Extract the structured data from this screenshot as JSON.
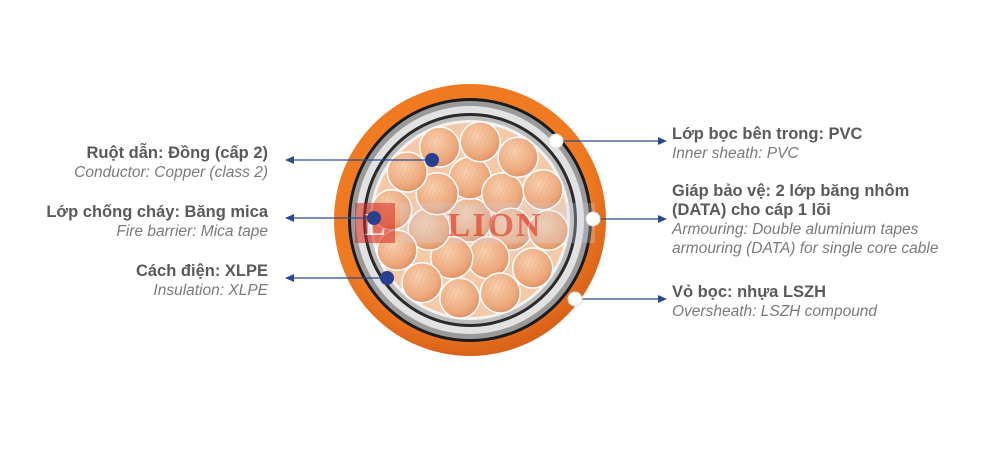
{
  "components": [
    {
      "id": "conductor",
      "vi": "Ruột dẫn: Đồng (cấp 2)",
      "en": "Conductor: Copper (class 2)"
    },
    {
      "id": "fire-barrier",
      "vi": "Lớp chống cháy: Băng mica",
      "en": "Fire barrier: Mica tape"
    },
    {
      "id": "insulation",
      "vi": "Cách điện: XLPE",
      "en": "Insulation: XLPE"
    },
    {
      "id": "inner-sheath",
      "vi": "Lớp bọc bên trong: PVC",
      "en": "Inner sheath: PVC"
    },
    {
      "id": "armouring",
      "vi_lines": [
        "Giáp bảo vệ: 2 lớp băng nhôm",
        "(DATA) cho cáp 1 lõi"
      ],
      "en_lines": [
        "Armouring: Double aluminium tapes",
        "armouring (DATA) for single core cable"
      ]
    },
    {
      "id": "oversheath",
      "vi": "Vỏ bọc: nhựa LSZH",
      "en": "Oversheath: LSZH compound"
    }
  ],
  "watermark": {
    "text": "LION",
    "mark": "L"
  },
  "colors": {
    "oversheath": "#e8731f",
    "copper": "#f0b48c",
    "leader": "#2e4a8c",
    "marker": "#2a3f8f",
    "label_bold": "#5a5a5a",
    "label_italic": "#7a7a7a"
  }
}
